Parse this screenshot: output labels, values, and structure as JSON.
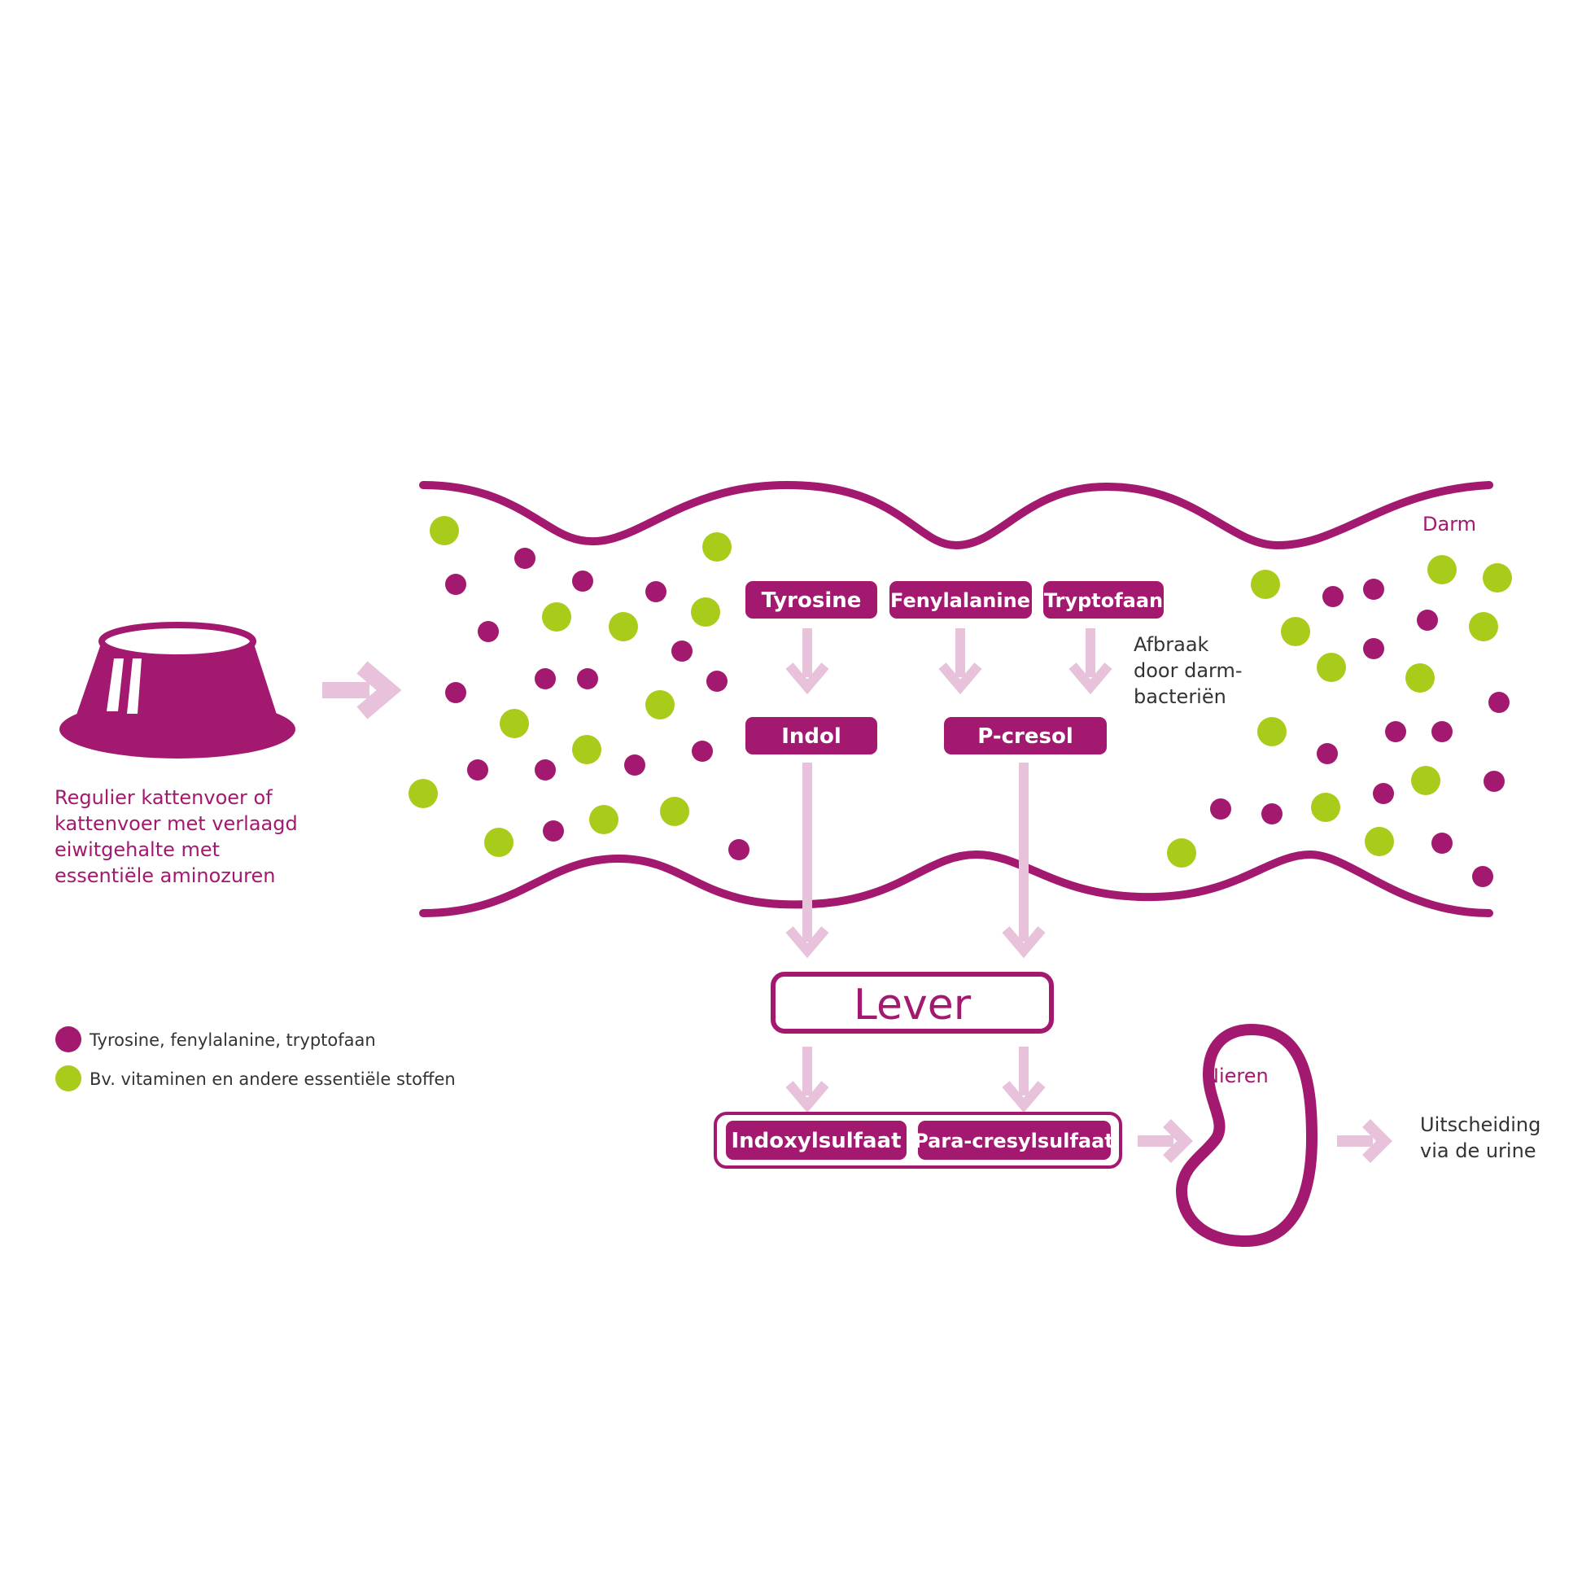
{
  "colors": {
    "magenta": "#a3196f",
    "lime": "#a9cb19",
    "arrow_pink": "#e7c2da",
    "text_dark": "#333333"
  },
  "food": {
    "icon": "cat-food-bowl-icon",
    "caption": [
      "Regulier kattenvoer of",
      "kattenvoer met verlaagd",
      "eiwitgehalte met",
      "essentiële aminozuren"
    ]
  },
  "intestine": {
    "label": "Darm"
  },
  "amino_acids": [
    "Tyrosine",
    "Fenylalanine",
    "Tryptofaan"
  ],
  "breakdown_note": [
    "Afbraak",
    "door darm-",
    "bacteriën"
  ],
  "metabolites": [
    "Indol",
    "P-cresol"
  ],
  "liver": {
    "label": "Lever"
  },
  "toxins": [
    "Indoxylsulfaat",
    "Para-cresylsulfaat"
  ],
  "kidneys": {
    "label": "Nieren",
    "icon": "kidney-icon"
  },
  "excretion": [
    "Uitscheiding",
    "via de urine"
  ],
  "legend": {
    "magenta_dot": "Tyrosine, fenylalanine, tryptofaan",
    "lime_dot": "Bv. vitaminen en andere essentiële stoffen"
  }
}
